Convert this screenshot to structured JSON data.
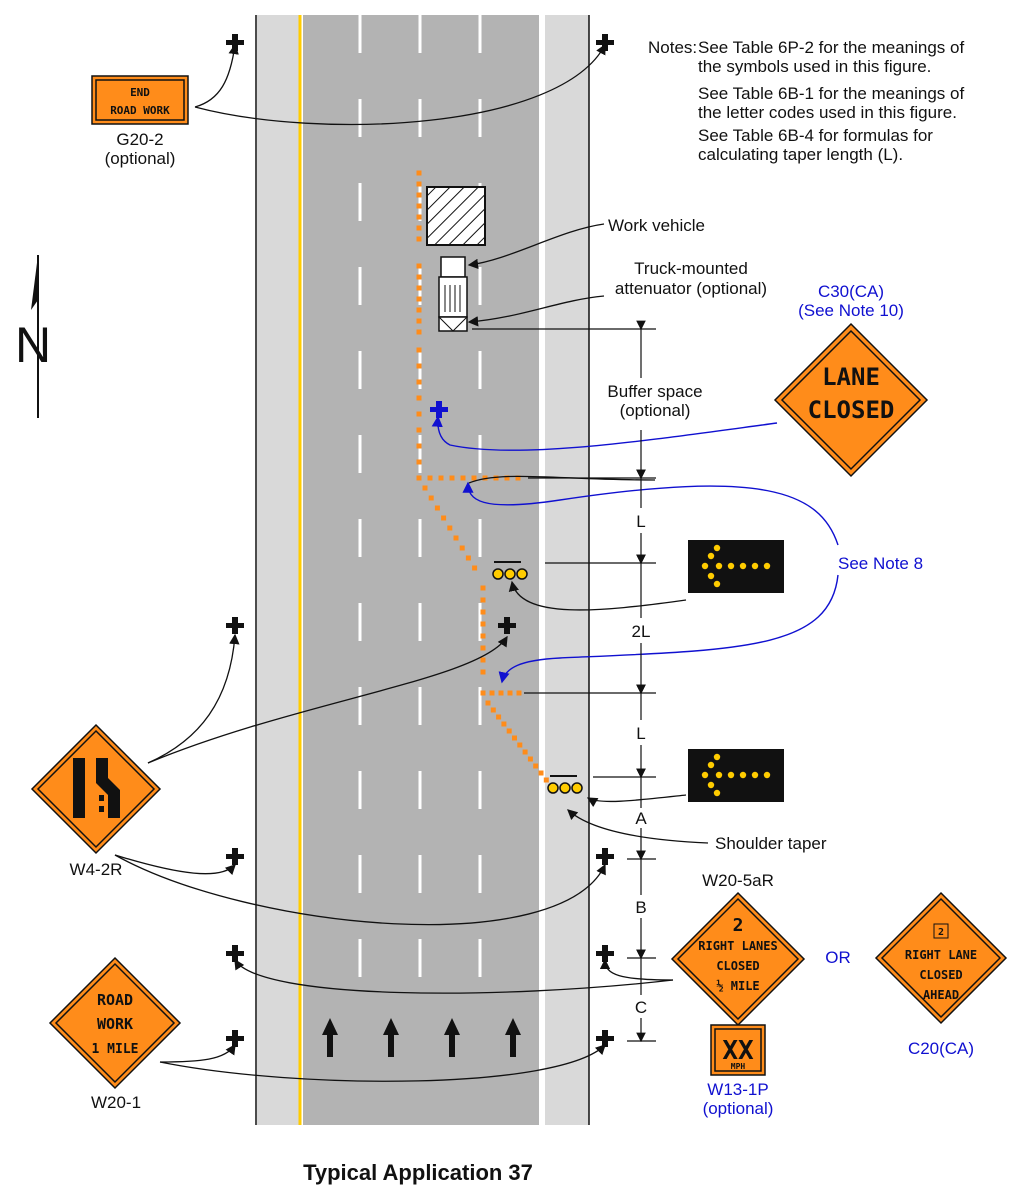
{
  "notes": {
    "heading": "Notes:",
    "lines": [
      "See Table 6P-2 for the meanings of",
      "the symbols used in this figure.",
      "See Table 6B-1 for the meanings of",
      "the letter codes used in this figure.",
      "See Table 6B-4 for formulas for",
      "calculating taper length (L)."
    ]
  },
  "north_label": "N",
  "signs": {
    "g20_2": {
      "text": [
        "END",
        "ROAD WORK"
      ],
      "code": "G20-2",
      "note": "(optional)"
    },
    "c30": {
      "text": [
        "LANE",
        "CLOSED"
      ],
      "code": "C30(CA)",
      "note": "(See Note 10)"
    },
    "w4_2r": {
      "code": "W4-2R"
    },
    "w20_1": {
      "text": [
        "ROAD",
        "WORK",
        "1 MILE"
      ],
      "code": "W20-1"
    },
    "w20_5ar": {
      "text": [
        "2",
        "RIGHT LANES",
        "CLOSED",
        "½ MILE"
      ],
      "code": "W20-5aR"
    },
    "w13_1p": {
      "text": [
        "XX",
        "MPH"
      ],
      "code": "W13-1P",
      "note": "(optional)"
    },
    "c20": {
      "text": [
        "2",
        "RIGHT LANE",
        "CLOSED",
        "AHEAD"
      ],
      "code": "C20(CA)"
    },
    "or_label": "OR"
  },
  "labels": {
    "work_vehicle": "Work vehicle",
    "attenuator": [
      "Truck-mounted",
      "attenuator (optional)"
    ],
    "buffer": [
      "Buffer space",
      "(optional)"
    ],
    "see_note_8": "See Note 8",
    "shoulder_taper": "Shoulder taper"
  },
  "dimensions": [
    "L",
    "2L",
    "L",
    "A",
    "B",
    "C"
  ],
  "colors": {
    "orange": "#ff8c1a",
    "blue": "#1010d0",
    "road": "#b3b3b3",
    "shoulder": "#d9d9d9",
    "yellow_line": "#ffcc00"
  },
  "caption": "Typical Application 37"
}
